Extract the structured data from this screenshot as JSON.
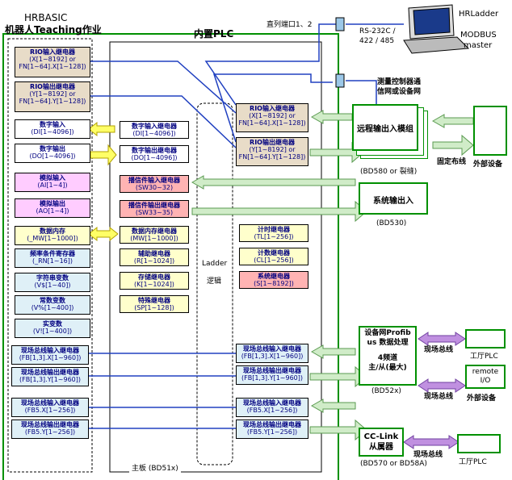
{
  "left_panel": {
    "title_line1": "HRBASIC",
    "title_line2": "机器人Teaching作业",
    "items": [
      {
        "name": "RIO输入继电器",
        "lines": [
          "(X[1~8192] or",
          "FN[1~64].X[1~128])"
        ]
      },
      {
        "name": "RIO输出继电器",
        "lines": [
          "(Y[1~8192] or",
          "FN[1~64].Y[1~128])"
        ]
      },
      {
        "name": "数字输入",
        "lines": [
          "(DI[1~4096])"
        ]
      },
      {
        "name": "数字输出",
        "lines": [
          "(DO[1~4096])"
        ]
      },
      {
        "name": "模拟输入",
        "lines": [
          "(AI[1~4])"
        ]
      },
      {
        "name": "模拟输出",
        "lines": [
          "(AO[1~4])"
        ]
      },
      {
        "name": "数据内存",
        "lines": [
          "(_MW[1~1000])"
        ]
      },
      {
        "name": "频率条件寄存器",
        "lines": [
          "(_RN[1~16])"
        ]
      },
      {
        "name": "字符串变数",
        "lines": [
          "(V$[1~40])"
        ]
      },
      {
        "name": "常数变数",
        "lines": [
          "(V%[1~400])"
        ]
      },
      {
        "name": "实变数",
        "lines": [
          "(V![1~400])"
        ]
      },
      {
        "name": "现场总线输入继电器",
        "lines": [
          "(FB[1,3].X[1~960])"
        ]
      },
      {
        "name": "现场总线输出继电器",
        "lines": [
          "(FB[1,3].Y[1~960])"
        ]
      },
      {
        "name": "现场总线输入继电器",
        "lines": [
          "(FB5.X[1~256])"
        ]
      },
      {
        "name": "现场总线输出继电器",
        "lines": [
          "(FB5.Y[1~256])"
        ]
      }
    ]
  },
  "plc": {
    "title": "内置PLC",
    "ladder_line1": "Ladder",
    "ladder_line2": "逻辑",
    "mid_items": [
      {
        "name": "数字输入继电器",
        "lines": [
          "(DI[1~4096])"
        ]
      },
      {
        "name": "数字输出继电器",
        "lines": [
          "(DO[1~4096])"
        ]
      },
      {
        "name": "播信件输入继电器",
        "lines": [
          "(SW30~32)"
        ]
      },
      {
        "name": "播信件输出继电器",
        "lines": [
          "(SW33~35)"
        ]
      },
      {
        "name": "数据内存继电器",
        "lines": [
          "(MW[1~1000])"
        ]
      },
      {
        "name": "辅助继电器",
        "lines": [
          "(R[1~1024])"
        ]
      },
      {
        "name": "存储继电器",
        "lines": [
          "(K[1~1024])"
        ]
      },
      {
        "name": "特殊继电器",
        "lines": [
          "(SP[1~128])"
        ]
      }
    ],
    "right_items": [
      {
        "name": "RIO输入继电器",
        "lines": [
          "(X[1~8192] or",
          "FN[1~64].X[1~128])"
        ]
      },
      {
        "name": "RIO输出继电器",
        "lines": [
          "(Y[1~8192] or",
          "FN[1~64].Y[1~128])"
        ]
      },
      {
        "name": "计时继电器",
        "lines": [
          "(TL[1~256])"
        ]
      },
      {
        "name": "计数继电器",
        "lines": [
          "(CL[1~256])"
        ]
      },
      {
        "name": "系统继电器",
        "lines": [
          "(S[1~8192])"
        ]
      },
      {
        "name": "现场总线输入继电器",
        "lines": [
          "(FB[1,3].X[1~960])"
        ]
      },
      {
        "name": "现场总线输出继电器",
        "lines": [
          "(FB[1,3].Y[1~960])"
        ]
      },
      {
        "name": "现场总线输入继电器",
        "lines": [
          "(FB5.X[1~256])"
        ]
      },
      {
        "name": "现场总线输出继电器",
        "lines": [
          "(FB5.Y[1~256])"
        ]
      }
    ]
  },
  "board_caption": "主板 (BD51x)",
  "serial": {
    "port_label": "直列端口1、2",
    "rs_lines": [
      "RS-232C /",
      "422 / 485"
    ],
    "hrladder": "HRLadder",
    "modbus_lines": [
      "MODBUS",
      "master"
    ],
    "measure_lines": [
      "测量控制器通",
      "信网或设备网"
    ]
  },
  "remote_io": {
    "label": "远程输出入模组",
    "caption": "(BD580 or 裂缝)",
    "fixed_wiring": "固定布线",
    "external": "外部设备"
  },
  "system_io": {
    "label": "系统输出入",
    "caption": "(BD530)"
  },
  "profibus": {
    "lines": [
      "设备网Profib",
      "us 数据处理"
    ],
    "lines2": [
      "4频道",
      "主/从(最大)"
    ],
    "caption": "(BD52x)",
    "bus1": "现场总线",
    "bus2": "现场总线",
    "plc_label": "工厅PLC",
    "remote_lines": [
      "remote",
      "I/O"
    ],
    "external": "外部设备"
  },
  "cclink": {
    "lines": [
      "CC-Link",
      "从属器"
    ],
    "caption": "(BD570 or BD58A)",
    "bus": "现场总线",
    "plc_label": "工厅PLC"
  },
  "colors": {
    "board_border": "#009000",
    "wire_blue": "#2040c0",
    "arrow_green": "#b8e0b0",
    "arrow_yellow": "#ffff66",
    "arrow_purple": "#c090e0",
    "text_navy": "#000080"
  }
}
